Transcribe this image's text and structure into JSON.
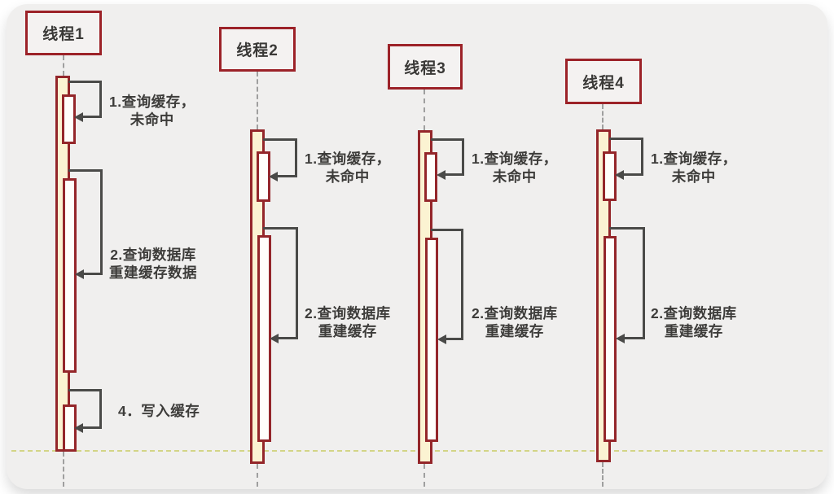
{
  "diagram": {
    "type": "uml-sequence-diagram",
    "title": "",
    "colors": {
      "canvas_background": "#f0efee",
      "outside_background": "#ffffff",
      "activation_fill": "#fbf3d2",
      "nested_activation_fill": "#fffefb",
      "activation_border": "#94262a",
      "header_border": "#9c2228",
      "arrow_line": "#4a4a48",
      "lifeline": "#9f9f9f",
      "cutoff_dashed_line": "#d3d586",
      "label_text": "#3d3c3a"
    }
  },
  "threads": [
    {
      "name": "线程1",
      "messages": [
        {
          "line1": "1.查询缓存，",
          "line2": "未命中"
        },
        {
          "line1": "2.查询数据库",
          "line2": "重建缓存数据"
        },
        {
          "line1": "4．写入缓存",
          "line2": ""
        }
      ]
    },
    {
      "name": "线程2",
      "messages": [
        {
          "line1": "1.查询缓存，",
          "line2": "未命中"
        },
        {
          "line1": "2.查询数据库",
          "line2": "重建缓存"
        }
      ]
    },
    {
      "name": "线程3",
      "messages": [
        {
          "line1": "1.查询缓存，",
          "line2": "未命中"
        },
        {
          "line1": "2.查询数据库",
          "line2": "重建缓存"
        }
      ]
    },
    {
      "name": "线程4",
      "messages": [
        {
          "line1": "1.查询缓存，",
          "line2": "未命中"
        },
        {
          "line1": "2.查询数据库",
          "line2": "重建缓存"
        }
      ]
    }
  ]
}
